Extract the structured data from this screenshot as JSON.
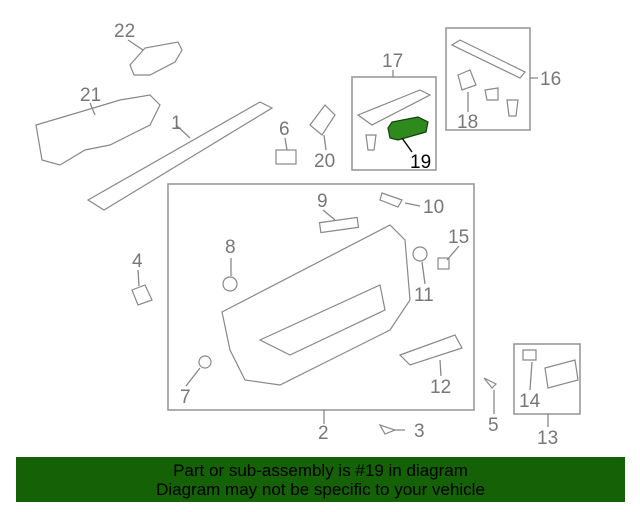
{
  "diagram": {
    "highlight_color": "#2f8a1e",
    "callouts": {
      "c1": "1",
      "c2": "2",
      "c3": "3",
      "c4": "4",
      "c5": "5",
      "c6": "6",
      "c7": "7",
      "c8": "8",
      "c9": "9",
      "c10": "10",
      "c11": "11",
      "c12": "12",
      "c13": "13",
      "c14": "14",
      "c15": "15",
      "c16": "16",
      "c17": "17",
      "c18": "18",
      "c19": "19",
      "c20": "20",
      "c21": "21",
      "c22": "22"
    }
  },
  "banner": {
    "line1": "Part or sub-assembly is #19 in diagram",
    "line2": "Diagram may not be specific to your vehicle",
    "color": "#156105"
  }
}
